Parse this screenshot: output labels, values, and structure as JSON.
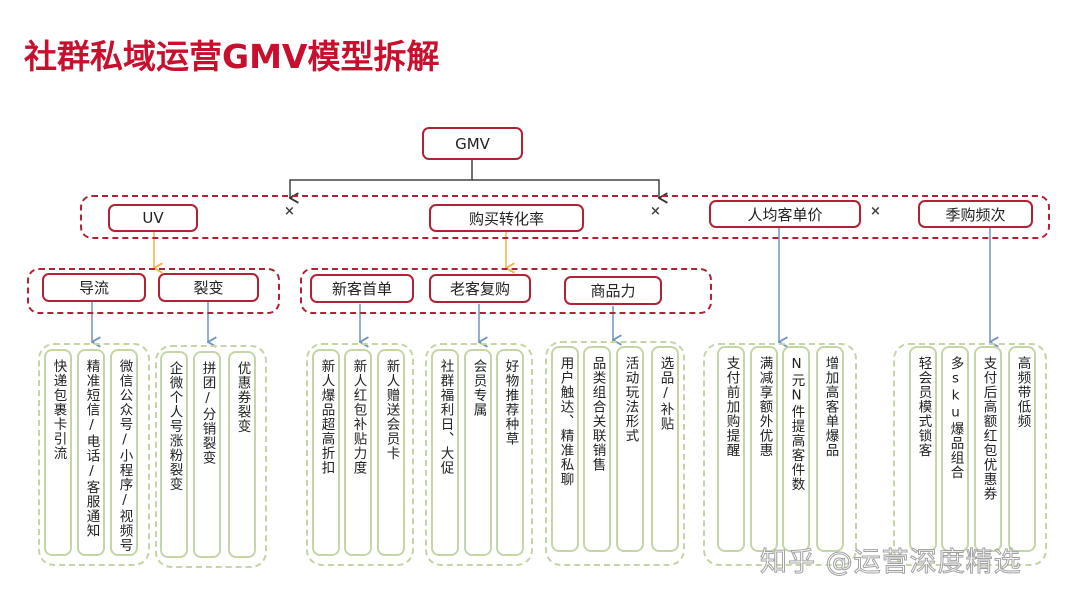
{
  "title": "社群私域运营GMV模型拆解",
  "root": {
    "label": "GMV"
  },
  "operator": "×",
  "level1": [
    {
      "label": "UV"
    },
    {
      "label": "购买转化率"
    },
    {
      "label": "人均客单价"
    },
    {
      "label": "季购频次"
    }
  ],
  "level2": [
    {
      "label": "导流"
    },
    {
      "label": "裂变"
    },
    {
      "label": "新客首单"
    },
    {
      "label": "老客复购"
    },
    {
      "label": "商品力"
    }
  ],
  "leaf_groups": [
    {
      "parent": "导流",
      "items": [
        "快递包裹卡引流",
        "精准短信/电话/客服通知",
        "微信公众号/小程序/视频号"
      ]
    },
    {
      "parent": "裂变",
      "items": [
        "企微个人号涨粉裂变",
        "拼团/分销裂变",
        "优惠券裂变"
      ]
    },
    {
      "parent": "新客首单",
      "items": [
        "新人爆品超高折扣",
        "新人红包补贴力度",
        "新人赠送会员卡"
      ]
    },
    {
      "parent": "老客复购",
      "items": [
        "社群福利日、大促",
        "会员专属",
        "好物推荐种草"
      ]
    },
    {
      "parent": "商品力",
      "items": [
        "用户触达、精准私聊",
        "品类组合关联销售",
        "活动玩法形式",
        "选品/补贴"
      ]
    },
    {
      "parent": "人均客单价",
      "items": [
        "支付前加购提醒",
        "满减享额外优惠",
        "N元N件提高客件数",
        "增加高客单爆品"
      ]
    },
    {
      "parent": "季购频次",
      "items": [
        "轻会员模式锁客",
        "多sku爆品组合",
        "支付后高额红包优惠券",
        "高频带低频"
      ]
    }
  ],
  "watermark": "知乎 @运营深度精选",
  "colors": {
    "title": "#c8102e",
    "node_border": "#b22234",
    "leaf_border": "#c5d6a6",
    "uv_arrow": "#f0b444",
    "leaf_arrow": "#6f93c4"
  }
}
